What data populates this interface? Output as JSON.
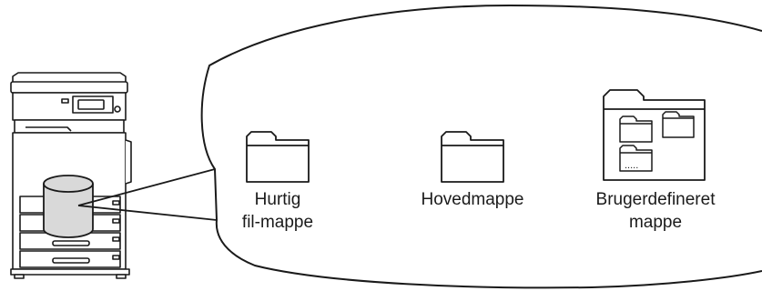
{
  "folders": [
    {
      "line1": "Hurtig",
      "line2": "fil-mappe"
    },
    {
      "line1": "Hovedmappe"
    },
    {
      "line1": "Brugerdefineret",
      "line2": "mappe"
    }
  ],
  "colors": {
    "stroke": "#1a1a1a",
    "storage_fill": "#d9d9d9",
    "background": "#ffffff"
  },
  "icons": [
    "printer-icon",
    "storage-drum-icon",
    "folder-icon",
    "custom-folder-icon"
  ]
}
